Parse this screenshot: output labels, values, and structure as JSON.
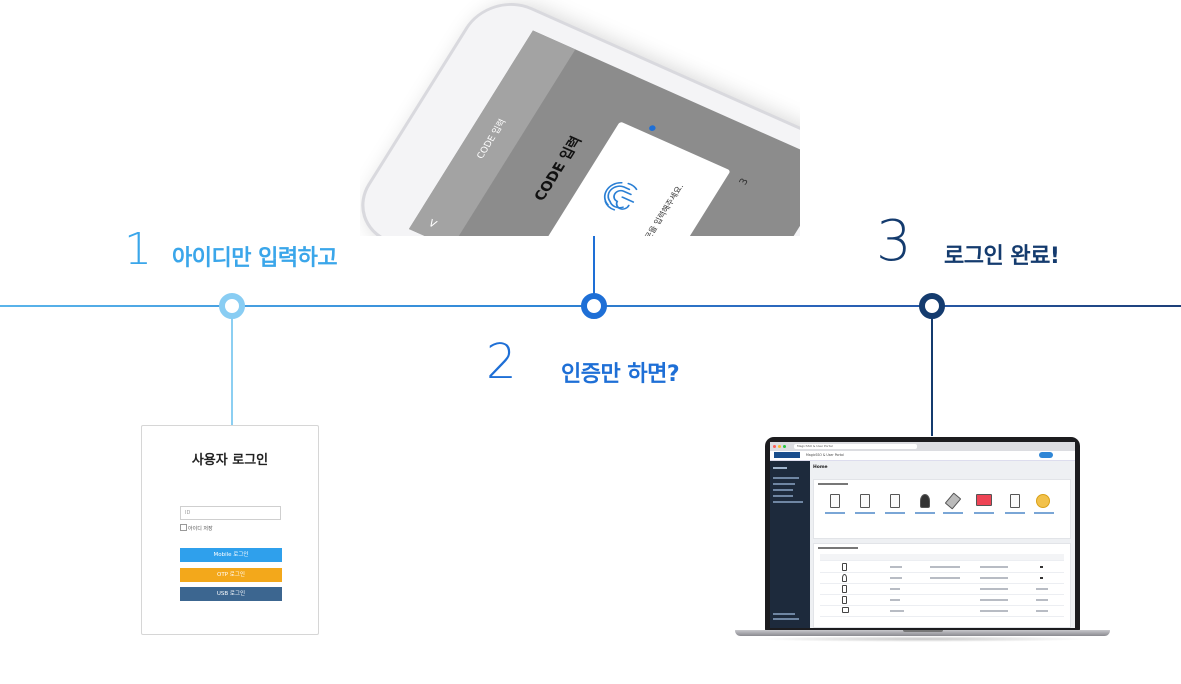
{
  "steps": [
    {
      "number": "1",
      "text": "아이디만 입력하고",
      "color": "#3aa6ea"
    },
    {
      "number": "2",
      "text": "인증만 하면?",
      "color": "#1e6fd6"
    },
    {
      "number": "3",
      "text": "로그인 완료!",
      "color": "#143b6e"
    }
  ],
  "phone": {
    "header_title": "CODE 입력",
    "code_title": "CODE 입력",
    "fingerprint_prompt": "지문을 입력해주세요.",
    "keypad_digit": "3",
    "back_glyph": "<"
  },
  "login": {
    "title": "사용자 로그인",
    "id_placeholder": "ID",
    "save_id_label": "아이디 저장",
    "buttons": {
      "mobile": "Mobile 로그인",
      "otp": "OTP 로그인",
      "usb": "USB 로그인"
    },
    "colors": {
      "mobile": "#2fa0ec",
      "otp": "#f3a81b",
      "usb": "#3c6690"
    }
  },
  "laptop": {
    "browser_address": "MagicSSO & User Portal",
    "portal_title": "MagicSSO & User Portal",
    "page_heading": "Home"
  },
  "icons": [
    "fingerprint-icon",
    "chevron-left-icon",
    "phone-device-icon",
    "otp-token-icon",
    "usb-key-icon"
  ]
}
